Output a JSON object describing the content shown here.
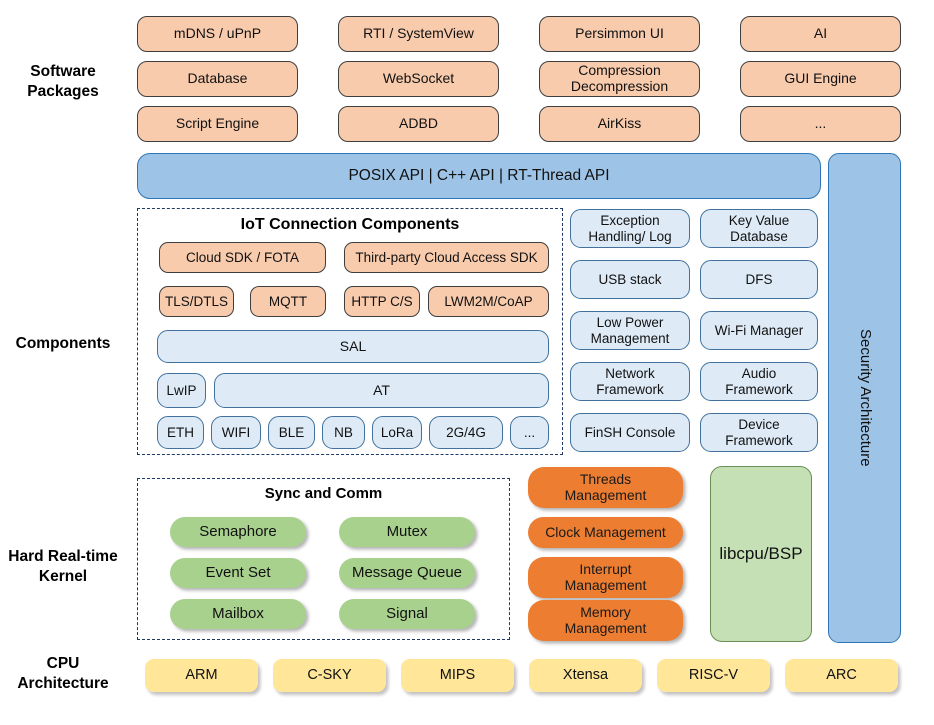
{
  "labels": {
    "software_packages": "Software Packages",
    "components": "Components",
    "kernel": "Hard Real-time Kernel",
    "cpu": "CPU Architecture"
  },
  "packages": [
    "mDNS / uPnP",
    "RTI / SystemView",
    "Persimmon UI",
    "AI",
    "Database",
    "WebSocket",
    "Compression Decompression",
    "GUI Engine",
    "Script Engine",
    "ADBD",
    "AirKiss",
    "..."
  ],
  "api_bar": "POSIX API | C++ API | RT-Thread API",
  "security_bar": "Security Architecture",
  "iot": {
    "title": "IoT Connection Components",
    "cloud_row": [
      "Cloud SDK / FOTA",
      "Third-party Cloud Access SDK"
    ],
    "protocol_row": [
      "TLS/DTLS",
      "MQTT",
      "HTTP C/S",
      "LWM2M/CoAP"
    ],
    "sal": "SAL",
    "lwip": "LwIP",
    "at": "AT",
    "links": [
      "ETH",
      "WIFI",
      "BLE",
      "NB",
      "LoRa",
      "2G/4G",
      "..."
    ]
  },
  "component_boxes": [
    "Exception Handling/ Log",
    "Key Value Database",
    "USB stack",
    "DFS",
    "Low Power Management",
    "Wi-Fi Manager",
    "Network Framework",
    "Audio Framework",
    "FinSH Console",
    "Device Framework"
  ],
  "kernel": {
    "sync_title": "Sync and Comm",
    "sync_boxes": [
      "Semaphore",
      "Mutex",
      "Event Set",
      "Message Queue",
      "Mailbox",
      "Signal"
    ],
    "management": [
      "Threads Management",
      "Clock Management",
      "Interrupt Management",
      "Memory Management"
    ],
    "libcpu": "libcpu/BSP"
  },
  "cpu_boxes": [
    "ARM",
    "C-SKY",
    "MIPS",
    "Xtensa",
    "RISC-V",
    "ARC"
  ],
  "colors": {
    "package_fill": "#F8CBAD",
    "api_fill": "#9DC3E6",
    "component_fill": "#DEEBF7",
    "component_border": "#41719C",
    "dashed_border": "#1F3864",
    "kernel_green": "#A9D18E",
    "kernel_orange": "#ED7D31",
    "libcpu_fill": "#C5E0B4",
    "cpu_fill": "#FFE699"
  }
}
